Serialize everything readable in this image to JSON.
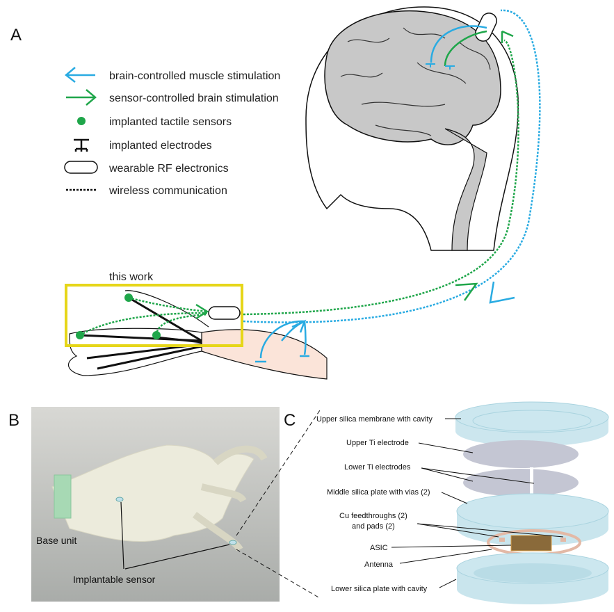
{
  "panels": {
    "a": "A",
    "b": "B",
    "c": "C"
  },
  "legend": [
    {
      "icon": "blue-left-arrow-icon",
      "label": "brain-controlled muscle stimulation"
    },
    {
      "icon": "green-right-arrow-icon",
      "label": "sensor-controlled brain stimulation"
    },
    {
      "icon": "green-dot-icon",
      "label": "implanted tactile sensors"
    },
    {
      "icon": "electrode-icon",
      "label": "implanted electrodes"
    },
    {
      "icon": "rounded-rect-icon",
      "label": "wearable RF electronics"
    },
    {
      "icon": "dotted-line-icon",
      "label": "wireless communication"
    }
  ],
  "panel_a": {
    "this_work": "this work"
  },
  "panel_b": {
    "base_unit": "Base unit",
    "sensor": "Implantable sensor"
  },
  "panel_c": {
    "labels": [
      "Upper silica membrane with cavity",
      "Upper Ti electrode",
      "Lower Ti electrodes",
      "Middle silica plate with vias (2)",
      "Cu feedthroughs (2)",
      "and pads (2)",
      "ASIC",
      "Antenna",
      "Lower silica plate with cavity"
    ]
  },
  "colors": {
    "blue": "#29abe2",
    "green": "#1fa64a",
    "yellow": "#e6d619",
    "silica": "#bfe0ea",
    "ti": "#c4c6d3"
  }
}
